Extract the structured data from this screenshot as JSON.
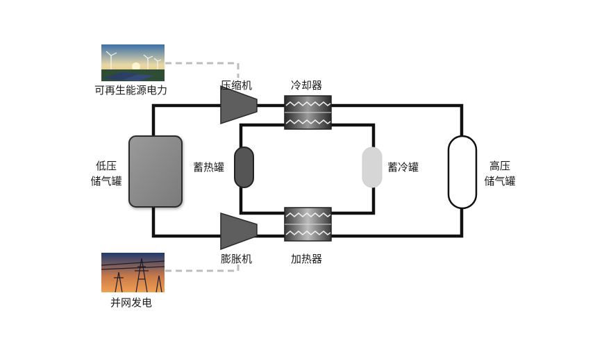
{
  "labels": {
    "renewable_power": "可再生能源电力",
    "grid_power": "并网发电",
    "compressor": "压缩机",
    "expander": "膨胀机",
    "cooler": "冷却器",
    "heater": "加热器",
    "heat_storage": "蓄热罐",
    "cold_storage": "蓄冷罐",
    "low_pressure_tank_line1": "低压",
    "low_pressure_tank_line2": "储气罐",
    "high_pressure_tank_line1": "高压",
    "high_pressure_tank_line2": "储气罐"
  },
  "colors": {
    "pipe": "#111111",
    "dashed_link": "#bdbdbd",
    "low_tank_fill": "#8c8c8c",
    "heat_tank_fill": "#555555",
    "cold_tank_fill": "#d6d6d6",
    "high_tank_fill": "#ffffff",
    "machine_fill": "#5e5e5e"
  },
  "icons": {
    "renewable_image": "solar-wind-farm-photo",
    "grid_image": "transmission-tower-photo"
  }
}
